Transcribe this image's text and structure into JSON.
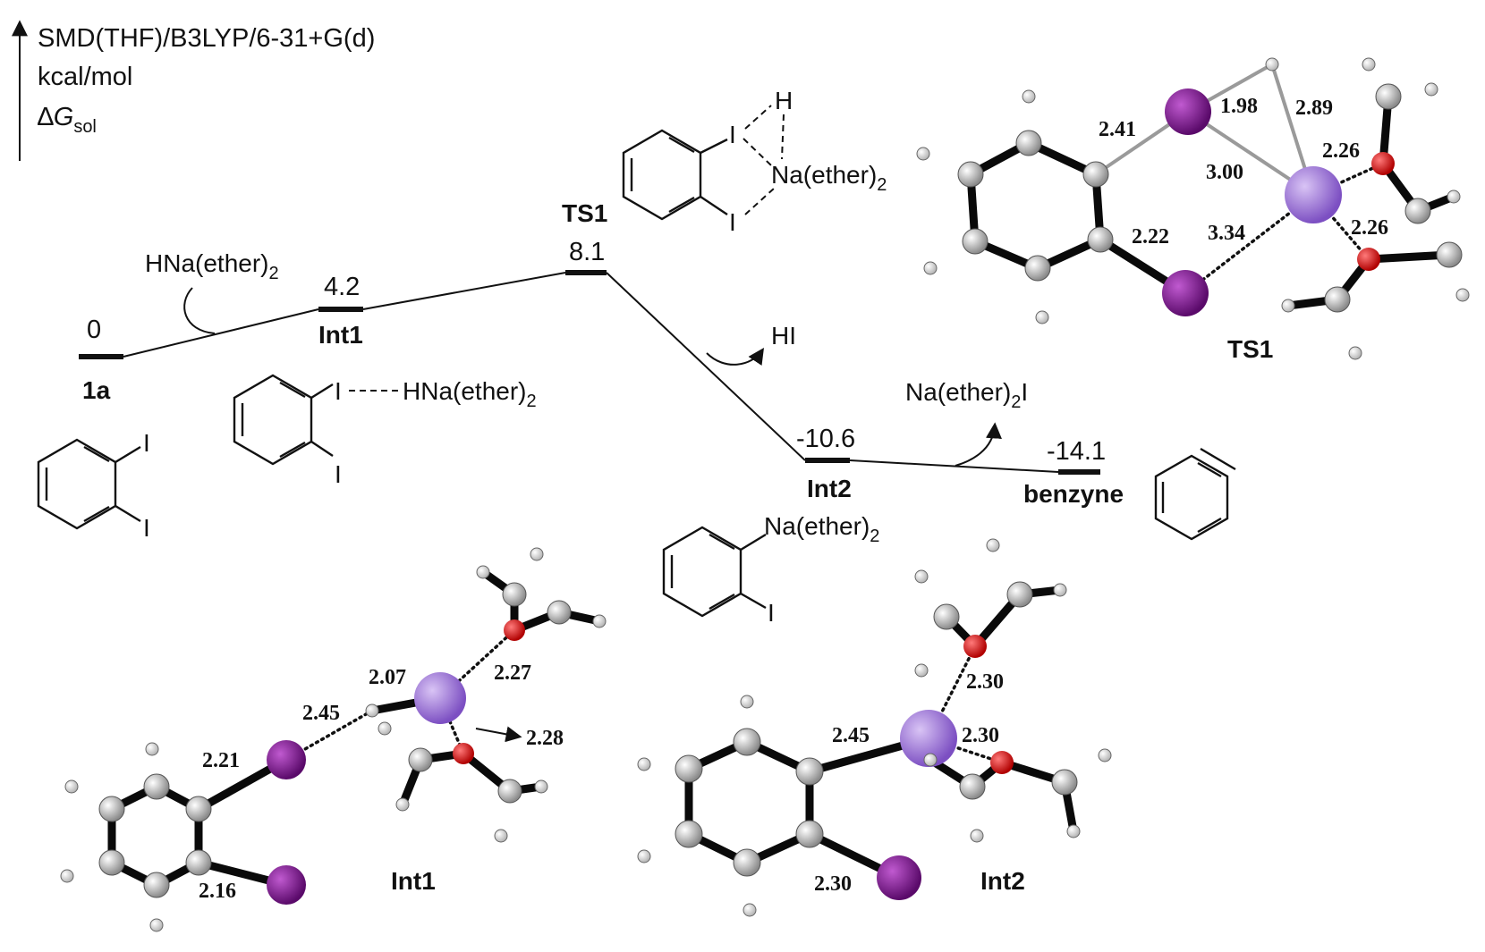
{
  "axis": {
    "method": "SMD(THF)/B3LYP/6-31+G(d)",
    "unit": "kcal/mol",
    "quantity_prefix": "∆",
    "quantity_symbol": "G",
    "quantity_sub": "sol"
  },
  "levels": {
    "l1a": {
      "value": "0",
      "name": "1a"
    },
    "int1": {
      "value": "4.2",
      "name": "Int1"
    },
    "ts1": {
      "value": "8.1",
      "name": "TS1"
    },
    "int2": {
      "value": "-10.6",
      "name": "Int2"
    },
    "benzyne": {
      "value": "-14.1",
      "name": "benzyne"
    }
  },
  "reagents": {
    "added": "HNa(ether)",
    "added_sub": "2",
    "released_hi": "HI",
    "released_naI_pre": "Na(ether)",
    "released_naI_sub": "2",
    "released_naI_post": "I"
  },
  "structures": {
    "s1a": {
      "i_top": "I",
      "i_bottom": "I"
    },
    "int1": {
      "i_top": "I",
      "bond_to": "HNa(ether)",
      "sub": "2",
      "i_bottom": "I"
    },
    "ts1": {
      "h": "H",
      "i_top": "I",
      "na": "Na(ether)",
      "na_sub": "2",
      "i_bottom": "I"
    },
    "int2": {
      "na": "Na(ether)",
      "na_sub": "2",
      "i_bottom": "I"
    }
  },
  "models": {
    "ts1": {
      "label": "TS1",
      "d1": "2.41",
      "d2": "1.98",
      "d3": "2.89",
      "d4": "3.00",
      "d5": "2.26",
      "d6": "2.22",
      "d7": "3.34",
      "d8": "2.26"
    },
    "int1": {
      "label": "Int1",
      "d1": "2.07",
      "d2": "2.27",
      "d3": "2.45",
      "d4": "2.28",
      "d5": "2.21",
      "d6": "2.16"
    },
    "int2": {
      "label": "Int2",
      "d1": "2.30",
      "d2": "2.45",
      "d3": "2.30",
      "d4": "2.30"
    }
  },
  "colors": {
    "iodine": "#7a1a8c",
    "sodium": "#9b72d6",
    "oxygen": "#e00000",
    "carbon": "#c8c8c8",
    "hydrogen": "#ffffff"
  }
}
